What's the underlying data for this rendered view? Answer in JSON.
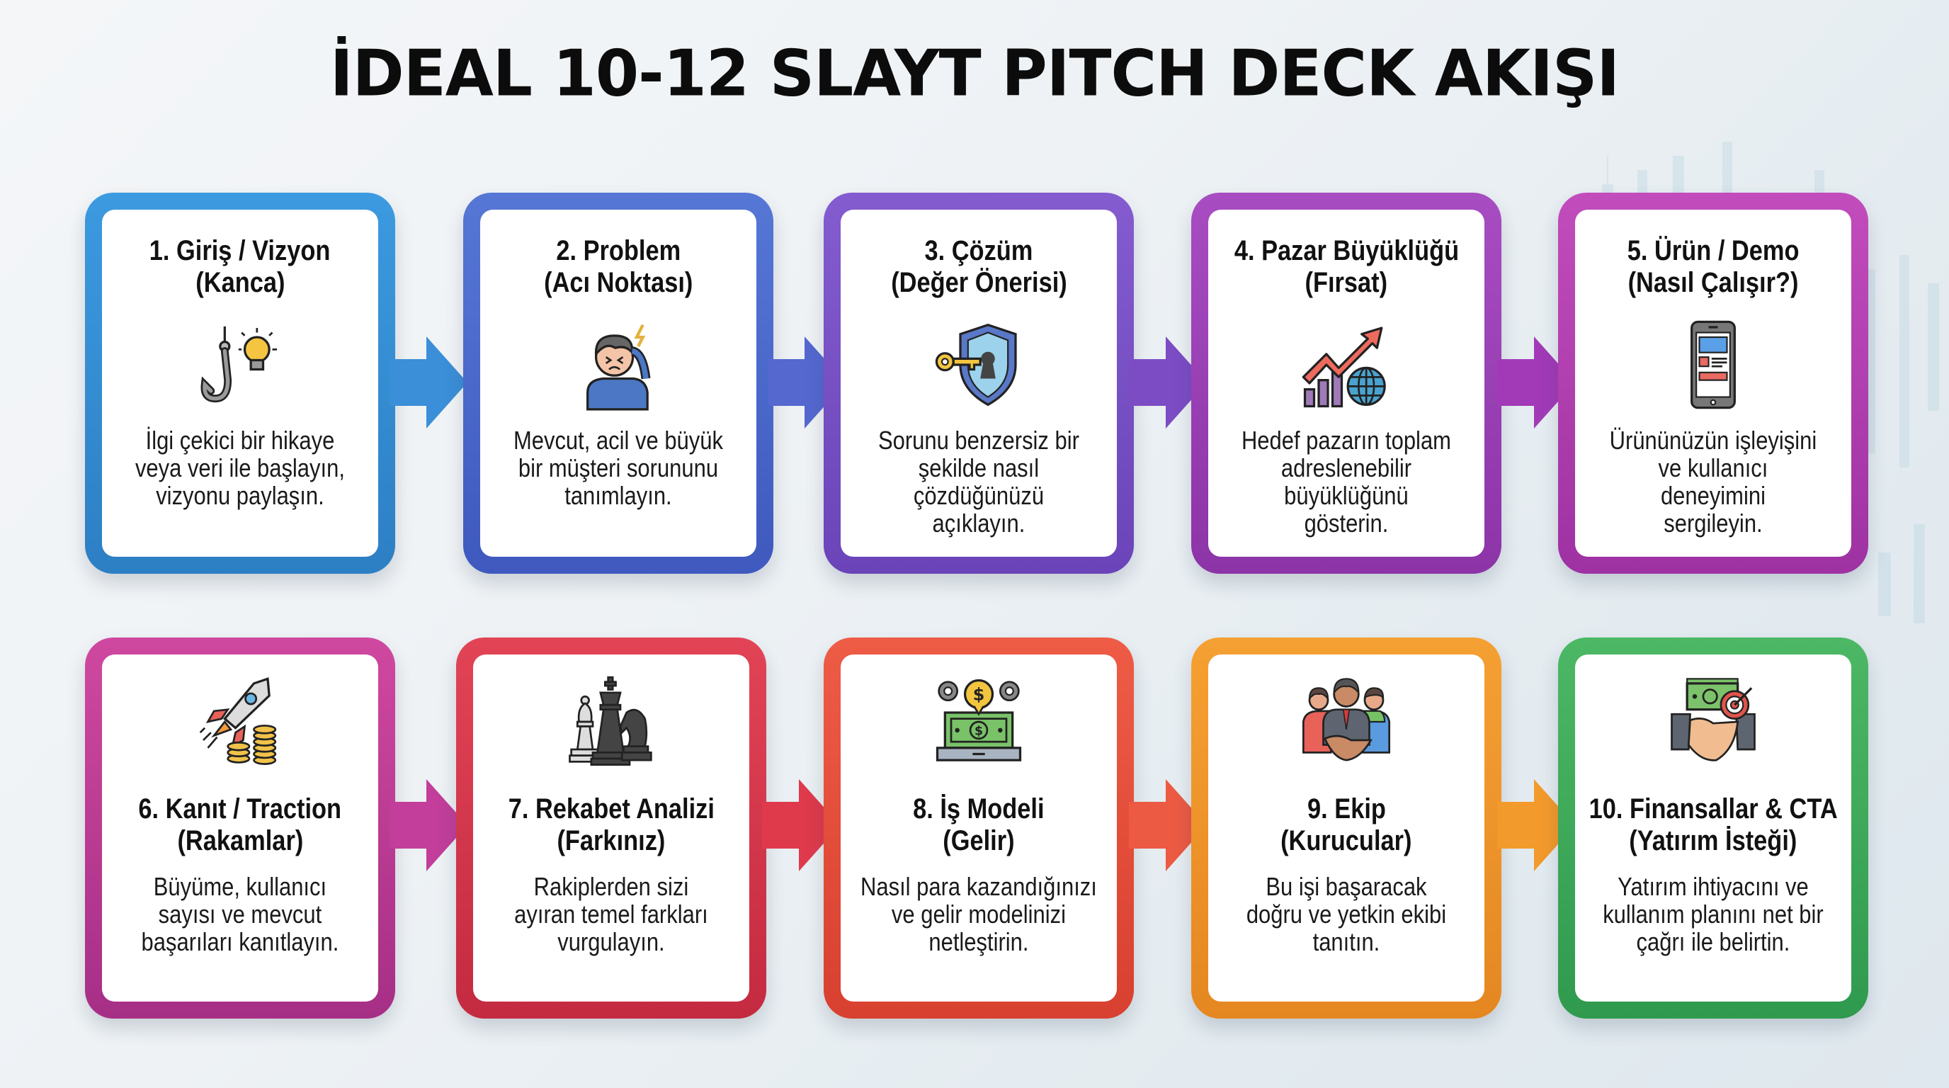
{
  "title": "İDEAL 10-12 SLAYT PITCH DECK AKIŞI",
  "colors": {
    "step1": "#3a8fd8",
    "step2": "#4a66cc",
    "step3": "#7a4fc6",
    "step4": "#9b3fb8",
    "step5": "#b43fb0",
    "step6": "#bf3c98",
    "step7": "#d93449",
    "step8": "#e5533f",
    "step9": "#f0962a",
    "step10": "#3fae5c"
  },
  "steps": [
    {
      "number": 1,
      "title_line1": "1. Giriş / Vizyon",
      "title_line2": "(Kanca)",
      "desc_lines": [
        "İlgi çekici bir hikaye",
        "veya veri ile başlayın,",
        "vizyonu paylaşın."
      ],
      "icon": "hook-lightbulb-icon"
    },
    {
      "number": 2,
      "title_line1": "2. Problem",
      "title_line2": "(Acı Noktası)",
      "desc_lines": [
        "Mevcut, acil ve büyük",
        "bir müşteri sorununu",
        "tanımlayın."
      ],
      "icon": "headache-person-icon"
    },
    {
      "number": 3,
      "title_line1": "3. Çözüm",
      "title_line2": "(Değer Önerisi)",
      "desc_lines": [
        "Sorunu benzersiz bir",
        "şekilde nasıl",
        "çözdüğünüzü",
        "açıklayın."
      ],
      "icon": "shield-key-icon"
    },
    {
      "number": 4,
      "title_line1": "4. Pazar Büyüklüğü",
      "title_line2": "(Fırsat)",
      "desc_lines": [
        "Hedef pazarın toplam",
        "adreslenebilir",
        "büyüklüğünü",
        "gösterin."
      ],
      "icon": "growth-chart-globe-icon"
    },
    {
      "number": 5,
      "title_line1": "5. Ürün / Demo",
      "title_line2": "(Nasıl Çalışır?)",
      "desc_lines": [
        "Ürününüzün işleyişini",
        "ve kullanıcı",
        "deneyimini",
        "sergileyin."
      ],
      "icon": "tablet-app-icon"
    },
    {
      "number": 6,
      "title_line1": "6. Kanıt / Traction",
      "title_line2": "(Rakamlar)",
      "desc_lines": [
        "Büyüme, kullanıcı",
        "sayısı ve mevcut",
        "başarıları kanıtlayın."
      ],
      "icon": "rocket-coins-icon"
    },
    {
      "number": 7,
      "title_line1": "7. Rekabet Analizi",
      "title_line2": "(Farkınız)",
      "desc_lines": [
        "Rakiplerden sizi",
        "ayıran temel farkları",
        "vurgulayın."
      ],
      "icon": "chess-pieces-icon"
    },
    {
      "number": 8,
      "title_line1": "8. İş Modeli",
      "title_line2": "(Gelir)",
      "desc_lines": [
        "Nasıl para kazandığınızı",
        "ve gelir modelinizi",
        "netleştirin."
      ],
      "icon": "money-gears-laptop-icon"
    },
    {
      "number": 9,
      "title_line1": "9. Ekip",
      "title_line2": "(Kurucular)",
      "desc_lines": [
        "Bu işi başaracak",
        "doğru ve yetkin ekibi",
        "tanıtın."
      ],
      "icon": "team-handshake-icon"
    },
    {
      "number": 10,
      "title_line1": "10. Finansallar & CTA",
      "title_line2": "(Yatırım İsteği)",
      "desc_lines": [
        "Yatırım ihtiyacını ve",
        "kullanım planını net bir",
        "çağrı ile belirtin."
      ],
      "icon": "cash-target-handshake-icon"
    }
  ]
}
